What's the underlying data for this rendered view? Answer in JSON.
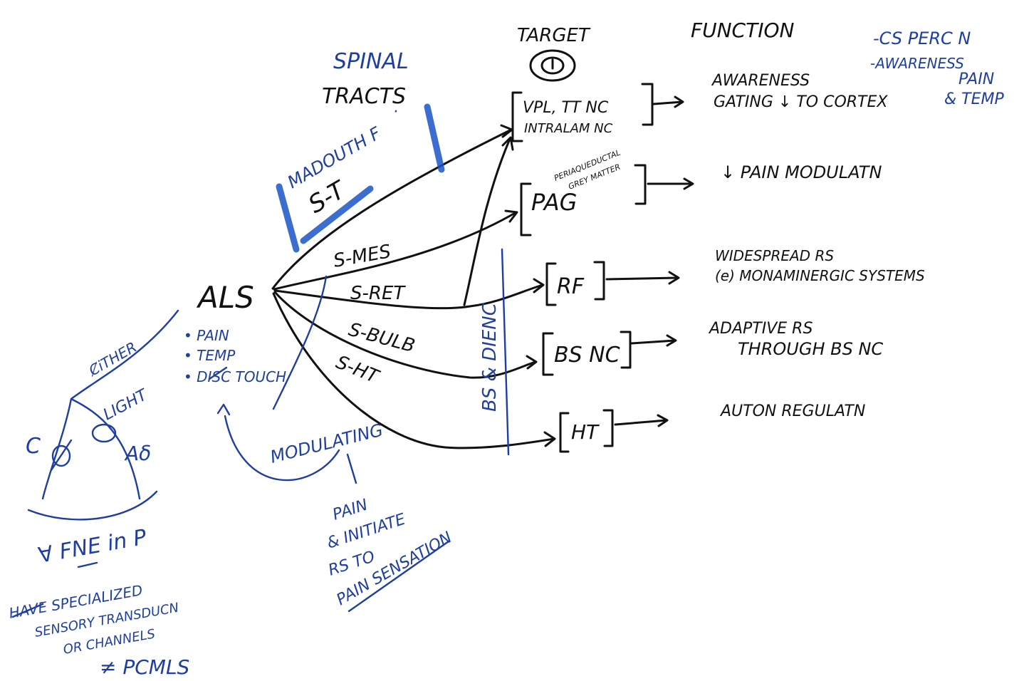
{
  "headers": {
    "spinal": "SPINAL",
    "tracts": "TRACTS",
    "target": "TARGET",
    "function": "FUNCTION"
  },
  "source": {
    "label": "ALS",
    "modalities": [
      "• PAIN",
      "• TEMP",
      "• DISC TOUCH"
    ]
  },
  "tracts": {
    "spinothalamic": "S-T",
    "spinothalamic_note": "MADOUTH F",
    "spinomesencephalic": "S-MES",
    "spinoreticular": "S-RET",
    "spinobulbar": "S-BULB",
    "spinohypothalamic": "S-HT"
  },
  "targets": {
    "thalamus_line1": "VPL, TT NC",
    "thalamus_line2": "INTRALAM NC",
    "pag": "PAG",
    "pag_note_line1": "PERIAQUEDUCTAL",
    "pag_note_line2": "GREY MATTER",
    "rf": "RF",
    "bs": "BS NC",
    "ht": "HT",
    "vertical_note": "BS & DIENC"
  },
  "functions": {
    "thalamus_line1": "AWARENESS",
    "thalamus_line2": "GATING ↓ TO CORTEX",
    "thalamus_side1": "-CS PERC N",
    "thalamus_side2": "-AWARENESS",
    "thalamus_side3": "PAIN",
    "thalamus_side4": "& TEMP",
    "pag": "↓ PAIN MODULATN",
    "rf_line1": "WIDESPREAD RS",
    "rf_line2": "(e) MONAMINERGIC SYSTEMS",
    "bs_line1": "ADAPTIVE RS",
    "bs_line2": "THROUGH BS NC",
    "ht": "AUTON REGULATN"
  },
  "modulating": {
    "label": "MODULATING",
    "note_line1": "PAIN",
    "note_line2": "& INITIATE",
    "note_line3": "RS TO",
    "note_line4": "PAIN SENSATION"
  },
  "fibers": {
    "c": "C",
    "adelta": "Aδ",
    "light": "LIGHT",
    "type_note": "ȻiTHER",
    "free_line": "∀ FNE in P",
    "spec_line1": "HAVE SPECIALIZED",
    "spec_line2": "SENSORY TRANSDUCN",
    "spec_line3": "OR CHANNELS",
    "pcmls": "≠ PCMLS"
  }
}
